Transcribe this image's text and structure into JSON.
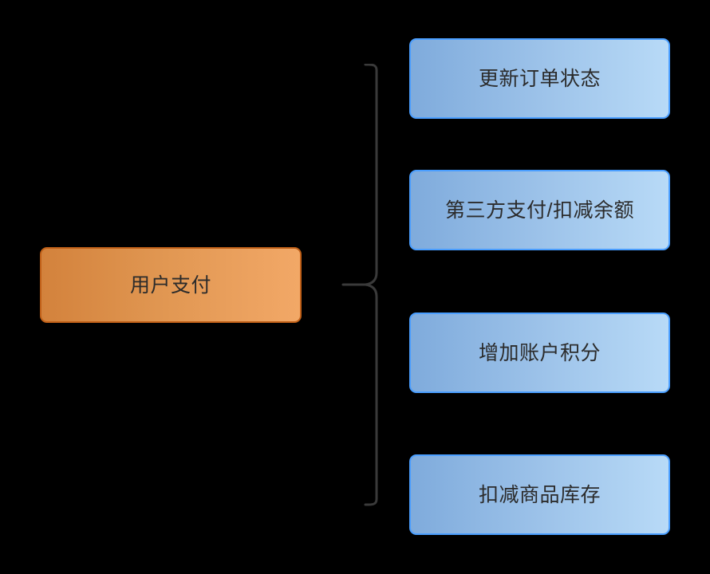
{
  "diagram": {
    "type": "brace-fan-out",
    "background_color": "#000000",
    "source": {
      "label": "用户支付",
      "fill_start": "#d3823c",
      "fill_end": "#f2a867",
      "border_color": "#c06018",
      "text_color": "#2b2b2b"
    },
    "connector": {
      "name": "curly-brace",
      "color": "#3a3a3a",
      "stroke_width": 3
    },
    "targets": [
      {
        "label": "更新订单状态",
        "fill_start": "#7fabdc",
        "fill_end": "#b8daf7",
        "border_color": "#4a9eff",
        "text_color": "#2b2b2b"
      },
      {
        "label": "第三方支付/扣减余额",
        "fill_start": "#7fabdc",
        "fill_end": "#b8daf7",
        "border_color": "#4a9eff",
        "text_color": "#2b2b2b"
      },
      {
        "label": "增加账户积分",
        "fill_start": "#7fabdc",
        "fill_end": "#b8daf7",
        "border_color": "#4a9eff",
        "text_color": "#2b2b2b"
      },
      {
        "label": "扣减商品库存",
        "fill_start": "#7fabdc",
        "fill_end": "#b8daf7",
        "border_color": "#4a9eff",
        "text_color": "#2b2b2b"
      }
    ]
  }
}
